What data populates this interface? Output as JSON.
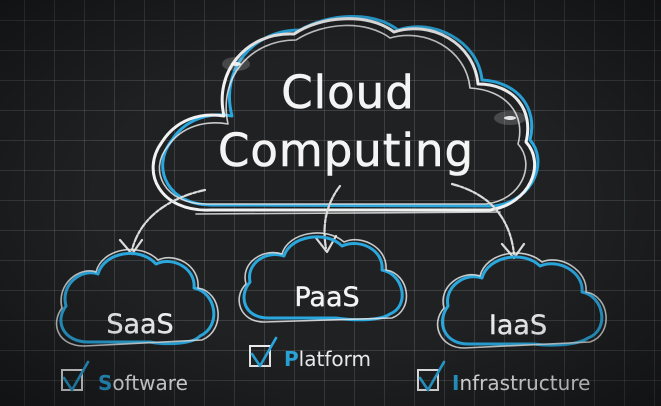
{
  "diagram": {
    "title_line1": "Cloud",
    "title_line2": "Computing",
    "services": [
      {
        "name": "SaaS",
        "item_initial": "S",
        "item_rest": "oftware"
      },
      {
        "name": "PaaS",
        "item_initial": "P",
        "item_rest": "latform"
      },
      {
        "name": "IaaS",
        "item_initial": "I",
        "item_rest": "nfrastructure"
      }
    ],
    "colors": {
      "chalk": "#f2f2f2",
      "accent_blue": "#2aa7dd",
      "board": "#202123"
    }
  }
}
